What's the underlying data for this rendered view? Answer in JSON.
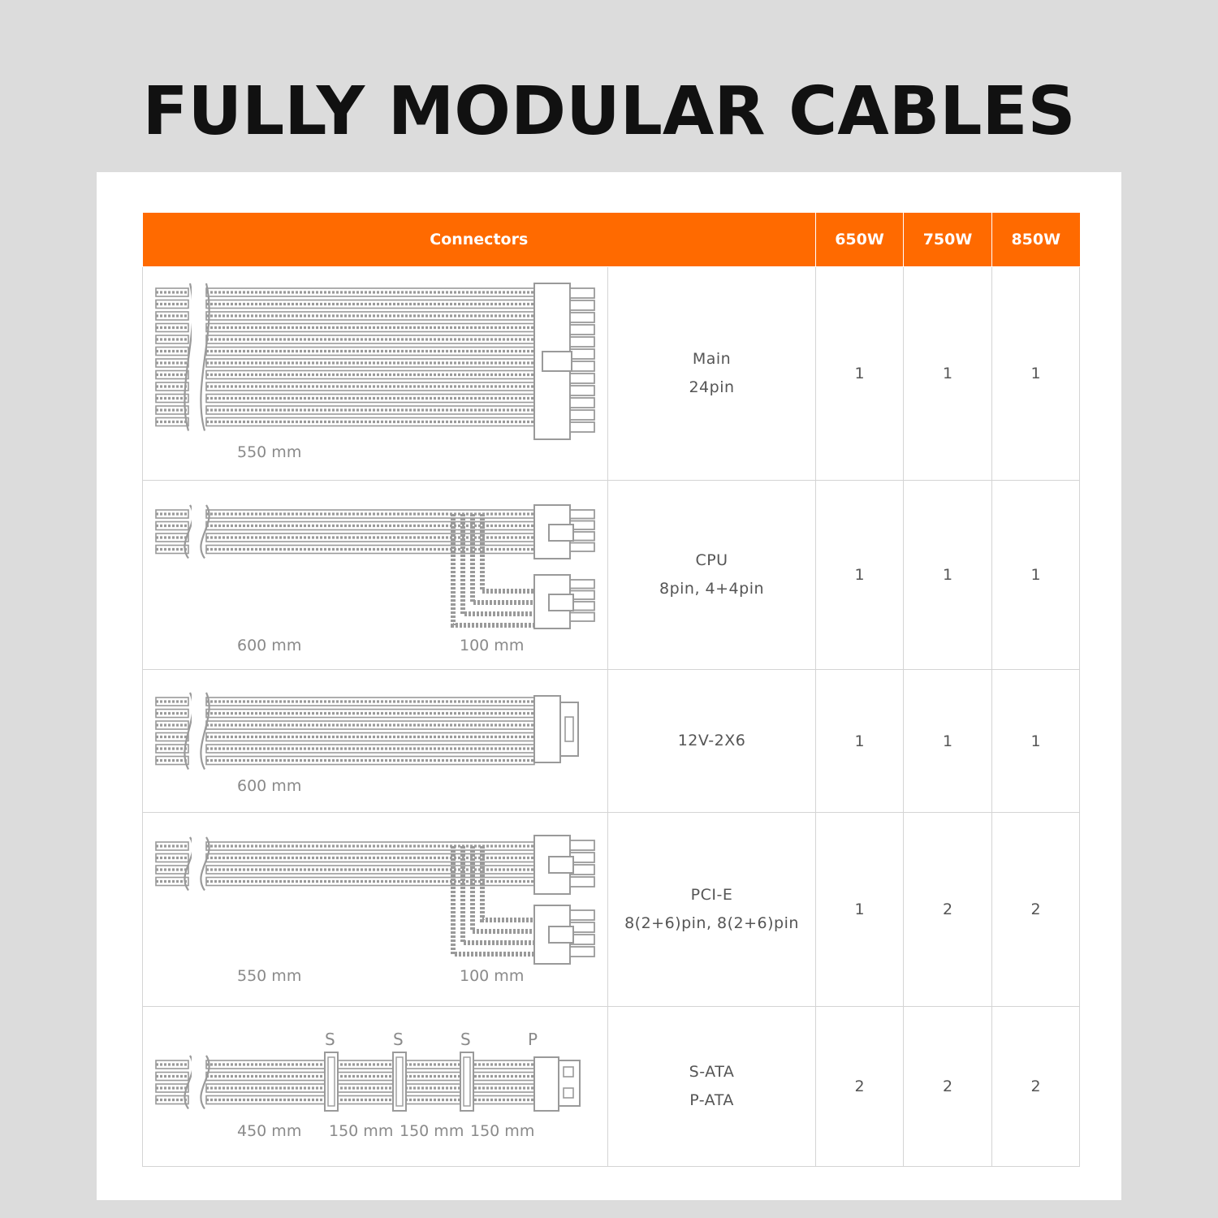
{
  "page": {
    "title": "FULLY MODULAR CABLES"
  },
  "table": {
    "headers": [
      "Connectors",
      "650W",
      "750W",
      "850W"
    ],
    "rows": [
      {
        "name_line1": "Main",
        "name_line2": "24pin",
        "lengths": [
          "550 mm"
        ],
        "counts": [
          "1",
          "1",
          "1"
        ]
      },
      {
        "name_line1": "CPU",
        "name_line2": "8pin, 4+4pin",
        "lengths": [
          "600 mm",
          "100 mm"
        ],
        "counts": [
          "1",
          "1",
          "1"
        ]
      },
      {
        "name_line1": "12V-2X6",
        "name_line2": "",
        "lengths": [
          "600 mm"
        ],
        "counts": [
          "1",
          "1",
          "1"
        ]
      },
      {
        "name_line1": "PCI-E",
        "name_line2": "8(2+6)pin, 8(2+6)pin",
        "lengths": [
          "550 mm",
          "100 mm"
        ],
        "counts": [
          "1",
          "2",
          "2"
        ]
      },
      {
        "name_line1": "S-ATA",
        "name_line2": "P-ATA",
        "lengths": [
          "450 mm",
          "150 mm",
          "150 mm",
          "150 mm"
        ],
        "connector_letters": [
          "S",
          "S",
          "S",
          "P"
        ],
        "counts": [
          "2",
          "2",
          "2"
        ]
      }
    ]
  },
  "colors": {
    "header_bg": "#ff6a00",
    "header_text": "#ffffff",
    "cable": "#9a9a9a",
    "background": "#dcdcdc"
  },
  "icons": [
    "main-24pin-cable-icon",
    "cpu-8pin-cable-icon",
    "12v-2x6-cable-icon",
    "pcie-cable-icon",
    "sata-pata-cable-icon"
  ]
}
